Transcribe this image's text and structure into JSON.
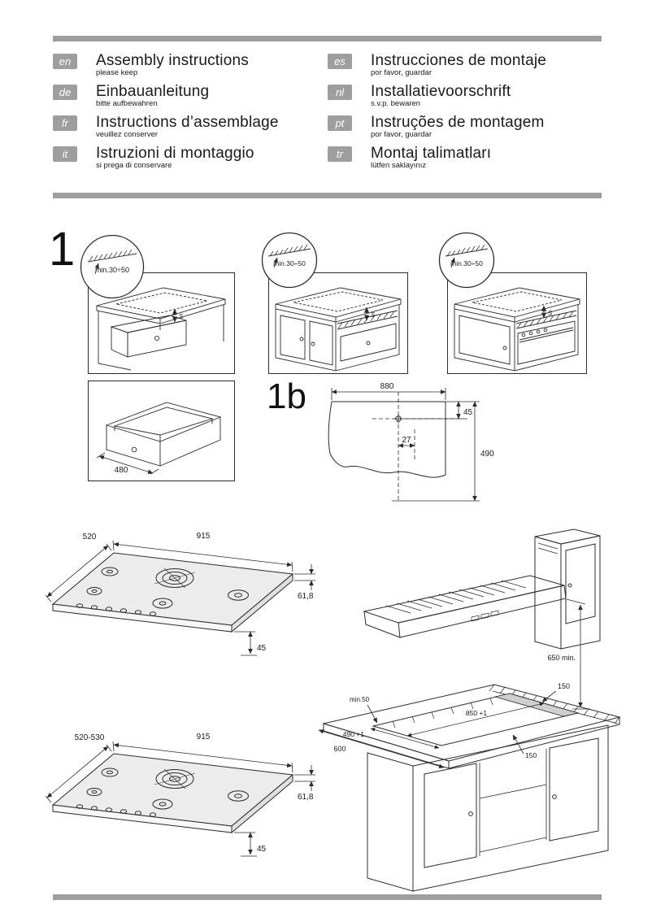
{
  "colors": {
    "bar": "#9e9e9e",
    "badge": "#9e9e9e"
  },
  "header": {
    "languages": [
      {
        "code": "en",
        "title": "Assembly instructions",
        "subtitle": "please keep"
      },
      {
        "code": "de",
        "title": "Einbauanleitung",
        "subtitle": "bitte aufbewahren"
      },
      {
        "code": "fr",
        "title": "Instructions d’assemblage",
        "subtitle": "veuillez conserver"
      },
      {
        "code": "it",
        "title": "Istruzioni di montaggio",
        "subtitle": "si prega di conservare"
      },
      {
        "code": "es",
        "title": "Instrucciones de montaje",
        "subtitle": "por favor, guardar"
      },
      {
        "code": "nl",
        "title": "Installatievoorschrift",
        "subtitle": "s.v.p. bewaren"
      },
      {
        "code": "pt",
        "title": "Instruções de montagem",
        "subtitle": "por favor, guardar"
      },
      {
        "code": "tr",
        "title": "Montaj talimatları",
        "subtitle": "lütfen saklayınız"
      }
    ]
  },
  "sections": {
    "step1_label": "1",
    "step1b_label": "1b"
  },
  "callouts": {
    "min_range": "min.30÷50",
    "s": "S"
  },
  "drawer": {
    "depth": "480"
  },
  "cutout": {
    "width": "880",
    "top_offset": "45",
    "hole_offset": "27",
    "depth": "490"
  },
  "hob_top": {
    "depth": "520",
    "width": "915",
    "height": "61,8",
    "clearance": "45"
  },
  "hob_bottom": {
    "depth": "520-530",
    "width": "915",
    "height": "61,8",
    "clearance": "45"
  },
  "hood_scene": {
    "hood_clearance": "650 min.",
    "rear_gap": "150",
    "side_min": "min.50",
    "cutout_depth": "490 +1",
    "cutout_width": "850 +1",
    "worktop_depth": "600",
    "strip_width": "150"
  }
}
